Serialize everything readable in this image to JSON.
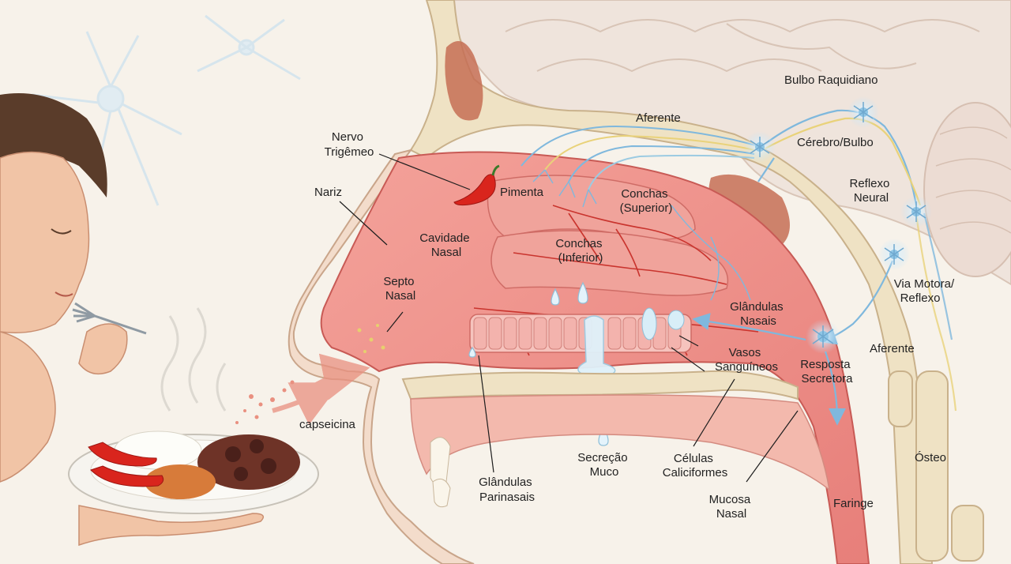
{
  "labels": {
    "nervo_trigemeo": [
      "Nervo",
      "Trigêmeo"
    ],
    "nariz": "Nariz",
    "pimenta": "Pimenta",
    "aferente_top": "Aferente",
    "bulbo_raquidiano": "Bulbo Raquidiano",
    "cerebro_bulbo": "Cérebro/Bulbo",
    "reflexo_neural": [
      "Reflexo",
      "Neural"
    ],
    "conchas_superior": [
      "Conchas",
      "(Superior)"
    ],
    "conchas_inferior": [
      "Conchas",
      "(Inferior)"
    ],
    "cavidade_nasal": [
      "Cavidade",
      "Nasal"
    ],
    "septo_nasal": [
      "Septo",
      "Nasal"
    ],
    "glandulas_nasais": [
      "Glândulas",
      "Nasais"
    ],
    "via_motora": [
      "Via Motora/",
      "Reflexo"
    ],
    "aferente_right": "Aferente",
    "vasos_sanguineos": [
      "Vasos",
      "Sanguíneos"
    ],
    "resposta_secretora": [
      "Resposta",
      "Secretora"
    ],
    "capseicina": "capseicina",
    "secrecao_muco": [
      "Secreção",
      "Muco"
    ],
    "celulas_caliciformes": [
      "Células",
      "Caliciformes"
    ],
    "glandulas_parinasais": [
      "Glândulas",
      "Parinasais"
    ],
    "mucosa_nasal": [
      "Mucosa",
      "Nasal"
    ],
    "osteo": "Ósteo",
    "faringe": "Faringe"
  },
  "colors": {
    "background": "#f7f2ea",
    "mucosa": "#ee8e88",
    "mucosa_dark": "#d86762",
    "bone": "#efe2c4",
    "nerve_blue": "#7fb8dd",
    "nerve_yellow": "#e9d27a",
    "brain": "#efe6df",
    "pepper": "#d9251d",
    "skin": "#f1c4a6",
    "hair": "#5a3c2a"
  },
  "icons": [
    "pepper-icon",
    "neuron-icon",
    "fork-icon",
    "plate-icon",
    "droplet-icon",
    "arrow-icon"
  ]
}
